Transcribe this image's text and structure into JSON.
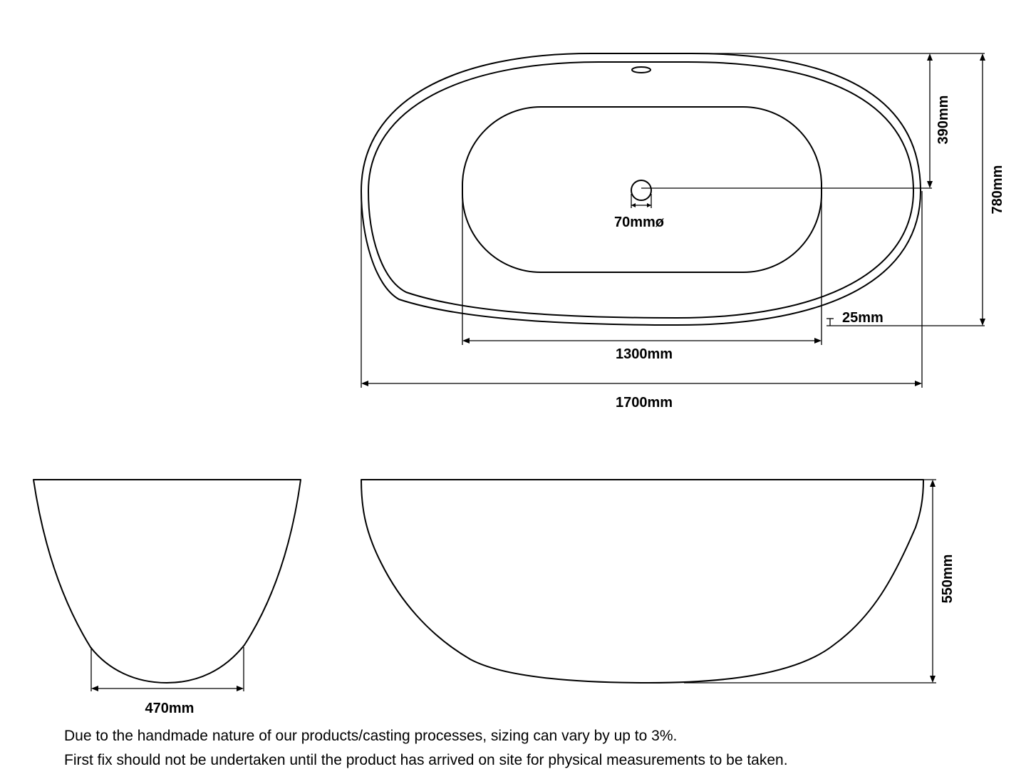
{
  "dimensions": {
    "overall_length": "1700mm",
    "inner_length": "1300mm",
    "overall_width": "780mm",
    "half_width": "390mm",
    "waste_diameter": "70mmø",
    "rim_thickness": "25mm",
    "height": "550mm",
    "base_width": "470mm"
  },
  "notes": {
    "line1": "Due to the handmade nature of our products/casting processes, sizing can vary by up to 3%.",
    "line2": "First fix should not be undertaken until the product has arrived on site for physical measurements to be taken."
  }
}
